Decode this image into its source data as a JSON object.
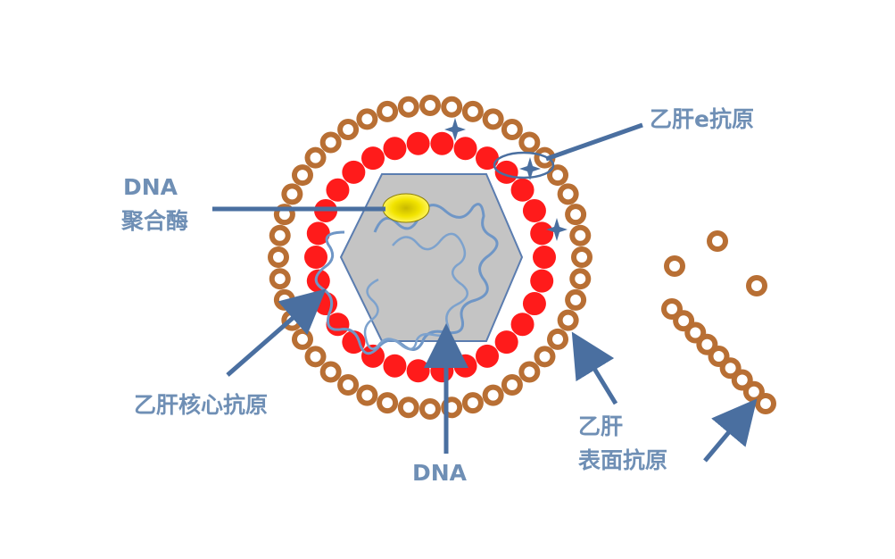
{
  "labels": {
    "hbeag": "乙肝e抗原",
    "dna_polymerase_line1": "DNA",
    "dna_polymerase_line2": "聚合酶",
    "core_antigen": "乙肝核心抗原",
    "dna": "DNA",
    "surface_antigen_line1": "乙肝",
    "surface_antigen_line2": "表面抗原"
  },
  "colors": {
    "outer_ring_fill": "#b86f34",
    "outer_ring_inner": "#ffffff",
    "core_beads": "#ff1b1b",
    "capsid_fill": "#c4c4c4",
    "capsid_stroke": "#5b7db0",
    "dna_strand": "#6f96c6",
    "polymerase": "#e6d800",
    "arrows": "#4a6fa0",
    "label_text": "#6f8fb5"
  }
}
